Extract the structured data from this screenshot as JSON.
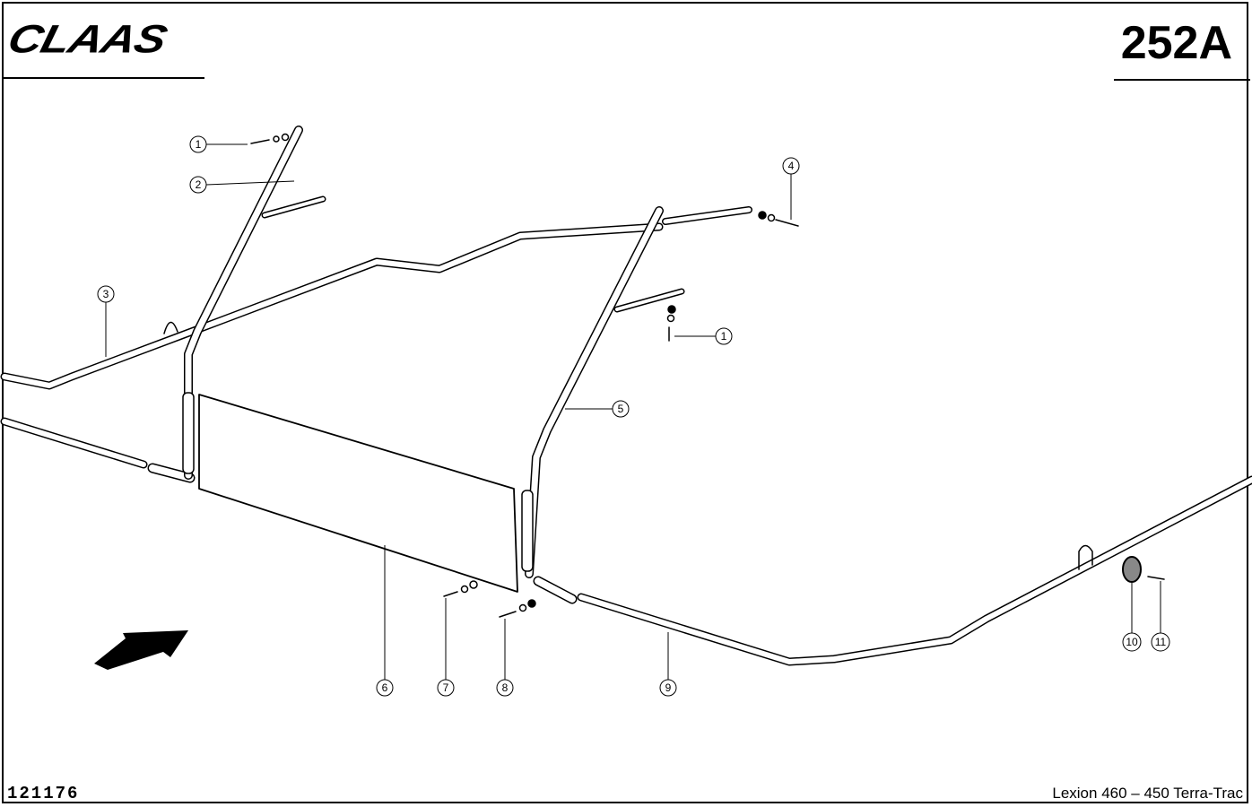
{
  "header": {
    "brand": "CLAAS",
    "page_number": "252A"
  },
  "footer": {
    "drawing_number": "121176",
    "model": "Lexion 460 – 450 Terra-Trac"
  },
  "callouts": [
    "1",
    "2",
    "3",
    "4",
    "1",
    "5",
    "6",
    "7",
    "8",
    "9",
    "10",
    "11"
  ]
}
